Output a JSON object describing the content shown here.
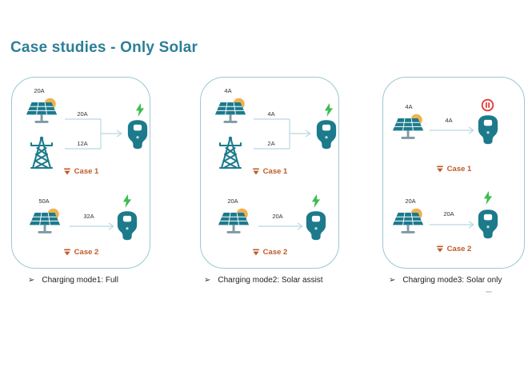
{
  "title": "Case studies - Only Solar",
  "bullet": "➢",
  "colors": {
    "title_teal": "#2c7f96",
    "icon_teal": "#1c7a8c",
    "panel_border": "#9cc7d3",
    "connector_blue": "#b9d8e2",
    "case_orange": "#c05a28",
    "charging_green": "#3fbd4f",
    "paused_red": "#e23b3b",
    "sun_yellow": "#f0b14e"
  },
  "icons": {
    "solar_panel": "solar-panel-icon",
    "grid_tower": "power-tower-icon",
    "ev_charger": "ev-charger-icon",
    "charging": "lightning-bolt-icon",
    "paused": "pause-circle-icon",
    "case_marker": "triangle-down-icon",
    "caption_bullet": "arrow-bullet"
  },
  "panels": [
    {
      "caption": "Charging mode1: Full",
      "case1": {
        "label": "Case 1",
        "solar_amp": "20A",
        "solar_line_amp": "20A",
        "grid_line_amp": "12A",
        "charger_status": "charging"
      },
      "case2": {
        "label": "Case 2",
        "solar_amp": "50A",
        "arrow_amp": "32A",
        "charger_status": "charging"
      }
    },
    {
      "caption": "Charging mode2: Solar assist",
      "case1": {
        "label": "Case 1",
        "solar_amp": "4A",
        "solar_line_amp": "4A",
        "grid_line_amp": "2A",
        "charger_status": "charging"
      },
      "case2": {
        "label": "Case 2",
        "solar_amp": "20A",
        "arrow_amp": "20A",
        "charger_status": "charging"
      }
    },
    {
      "caption": "Charging mode3: Solar only",
      "case1": {
        "label": "Case 1",
        "solar_amp": "4A",
        "arrow_amp": "4A",
        "charger_status": "paused"
      },
      "case2": {
        "label": "Case 2",
        "solar_amp": "20A",
        "arrow_amp": "20A",
        "charger_status": "charging"
      }
    }
  ]
}
